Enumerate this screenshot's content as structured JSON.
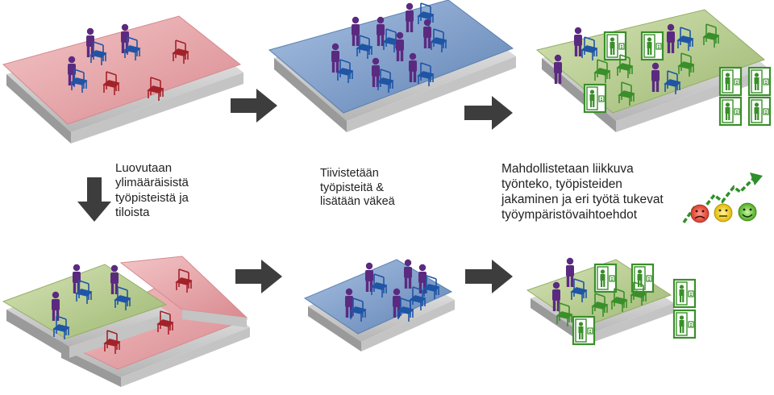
{
  "captions": {
    "release": "Luovutaan\nylimääräisistä\ntyöpisteistä ja\ntiloista",
    "densify": "Tiivistetään\ntyöpisteitä &\nlisätään väkeä",
    "enable": "Mahdollistetaan liikkuva\ntyönteko, työpisteiden\njakaminen ja eri työtä tukevat\ntyöympäristövaihtoehdot"
  },
  "colors": {
    "red_floor": "#e6a0a4",
    "blue_floor": "#7d9cc6",
    "green_floor": "#b8cc8c",
    "slab": "#d4d4d4",
    "person": "#5b2a80",
    "chair_blue": "#1f55a6",
    "chair_red": "#a3222a",
    "chair_green": "#3a8f2a",
    "arrow": "#3d3d3d",
    "trend": "#2f8f2a"
  },
  "icons": [
    "person-icon",
    "chair-icon",
    "workstation-booth-icon",
    "arrow-right-icon",
    "arrow-down-icon",
    "smiley-icon",
    "trend-arrow-icon"
  ]
}
